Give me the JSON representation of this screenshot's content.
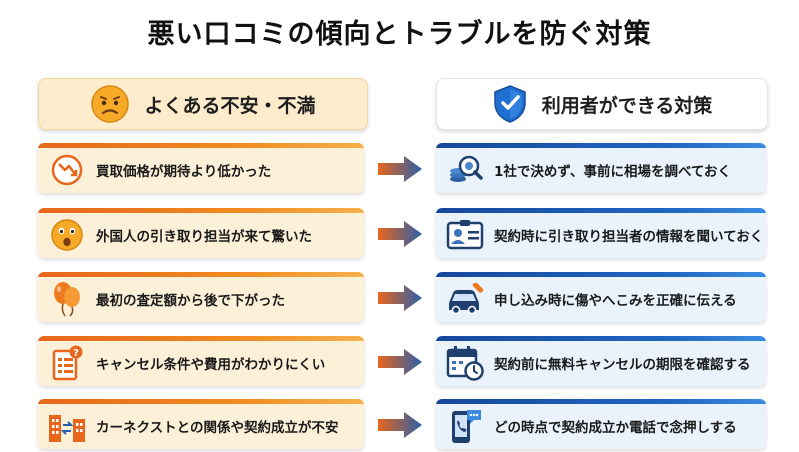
{
  "title": "悪い口コミの傾向とトラブルを防ぐ対策",
  "left_header": {
    "label": "よくある不安・不満",
    "icon": "worried-face-icon"
  },
  "right_header": {
    "label": "利用者ができる対策",
    "icon": "shield-check-icon"
  },
  "rows": [
    {
      "problem": "買取価格が期待より低かった",
      "problem_icon": "price-down-icon",
      "solution": "1社で決めず、事前に相場を調べておく",
      "solution_icon": "coin-search-icon"
    },
    {
      "problem": "外国人の引き取り担当が来て驚いた",
      "problem_icon": "surprised-face-icon",
      "solution": "契約時に引き取り担当者の情報を聞いておく",
      "solution_icon": "id-card-icon"
    },
    {
      "problem": "最初の査定額から後で下がった",
      "problem_icon": "balloon-icon",
      "solution": "申し込み時に傷やへこみを正確に伝える",
      "solution_icon": "car-repair-icon"
    },
    {
      "problem": "キャンセル条件や費用がわかりにくい",
      "problem_icon": "document-question-icon",
      "solution": "契約前に無料キャンセルの期限を確認する",
      "solution_icon": "calendar-clock-icon"
    },
    {
      "problem": "カーネクストとの関係や契約成立が不安",
      "problem_icon": "buildings-exchange-icon",
      "solution": "どの時点で契約成立か電話で念押しする",
      "solution_icon": "phone-chat-icon"
    }
  ],
  "colors": {
    "orange": "#ef7a1e",
    "blue": "#1f5fb8",
    "left_bg": "#fdf0d8",
    "right_bg": "#eaf3fc"
  }
}
